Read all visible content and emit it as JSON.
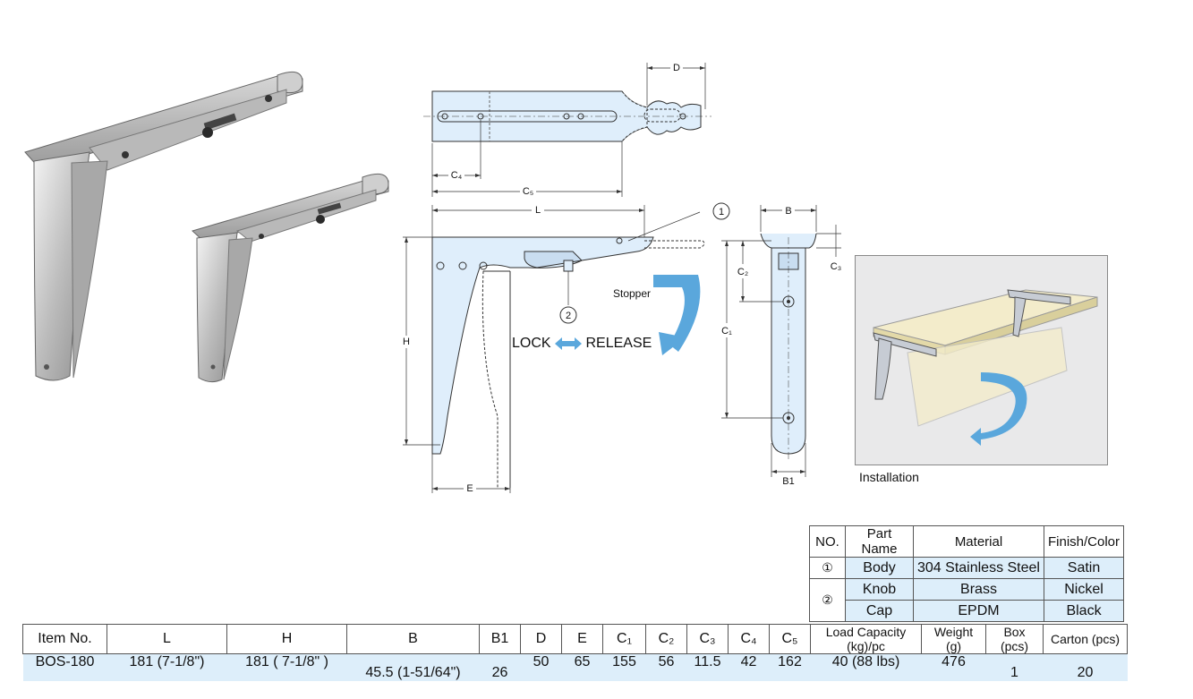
{
  "diagram": {
    "labels": {
      "d": "D",
      "c4": "C₄",
      "c5": "C₅",
      "l": "L",
      "h": "H",
      "e": "E",
      "b": "B",
      "b1": "B1",
      "c1": "C₁",
      "c2": "C₂",
      "c3": "C₃",
      "callout1": "1",
      "callout2": "2"
    },
    "stopper": "Stopper",
    "lock": "LOCK",
    "release": "RELEASE",
    "installation_caption": "Installation"
  },
  "parts_table": {
    "headers": [
      "NO.",
      "Part Name",
      "Material",
      "Finish/Color"
    ],
    "rows": [
      {
        "no": "①",
        "part": "Body",
        "material": "304 Stainless Steel",
        "finish": "Satin"
      },
      {
        "no": "②",
        "part": "Knob",
        "material": "Brass",
        "finish": "Nickel"
      },
      {
        "no": "",
        "part": "Cap",
        "material": "EPDM",
        "finish": "Black"
      }
    ]
  },
  "spec_table": {
    "headers": {
      "item": "Item No.",
      "l": "L",
      "h": "H",
      "b": "B",
      "b1": "B1",
      "d": "D",
      "e": "E",
      "c1": "C₁",
      "c2": "C₂",
      "c3": "C₃",
      "c4": "C₄",
      "c5": "C₅",
      "load": "Load Capacity (kg)/pc",
      "weight": "Weight (g)",
      "box": "Box (pcs)",
      "carton": "Carton (pcs)"
    },
    "row": {
      "item": "BOS-180",
      "l": "181 (7-1/8\")",
      "h": "181 ( 7-1/8\" )",
      "b": "45.5 (1-51/64\")",
      "b1": "26",
      "d": "50",
      "e": "65",
      "c1": "155",
      "c2": "56",
      "c3": "11.5",
      "c4": "42",
      "c5": "162",
      "load": "40 (88 lbs)",
      "weight": "476",
      "box": "1",
      "carton": "20"
    }
  },
  "colors": {
    "drawing_fill": "#dfeefb",
    "arrow_blue": "#5aa7dc",
    "table_blue": "#ddeefa",
    "shelf_yellow": "#f3eccb"
  }
}
